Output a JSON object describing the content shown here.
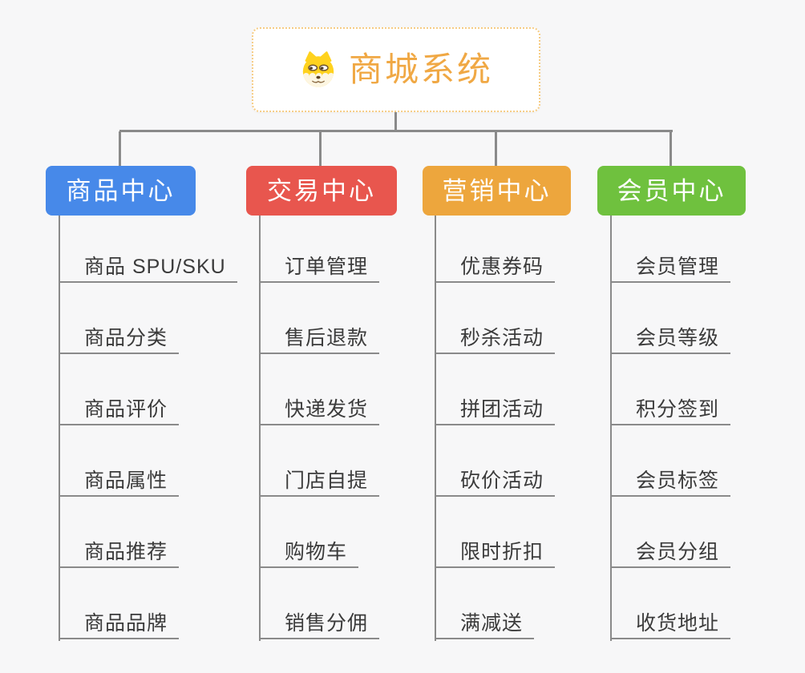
{
  "page": {
    "background": "#f7f7f8"
  },
  "root": {
    "title": "商城系统",
    "icon": "shiba-dog-icon",
    "text_color": "#f0a844",
    "border_color": "#f6cc84"
  },
  "connectors": {
    "color": "#8a8a8a"
  },
  "leaf_style": {
    "text_color": "#3b3b3b"
  },
  "branches": [
    {
      "label": "商品中心",
      "color": "#4789e9",
      "items": [
        "商品 SPU/SKU",
        "商品分类",
        "商品评价",
        "商品属性",
        "商品推荐",
        "商品品牌"
      ]
    },
    {
      "label": "交易中心",
      "color": "#e8564e",
      "items": [
        "订单管理",
        "售后退款",
        "快递发货",
        "门店自提",
        "购物车",
        "销售分佣"
      ]
    },
    {
      "label": "营销中心",
      "color": "#eda63d",
      "items": [
        "优惠券码",
        "秒杀活动",
        "拼团活动",
        "砍价活动",
        "限时折扣",
        "满减送"
      ]
    },
    {
      "label": "会员中心",
      "color": "#6fc13e",
      "items": [
        "会员管理",
        "会员等级",
        "积分签到",
        "会员标签",
        "会员分组",
        "收货地址"
      ]
    }
  ]
}
